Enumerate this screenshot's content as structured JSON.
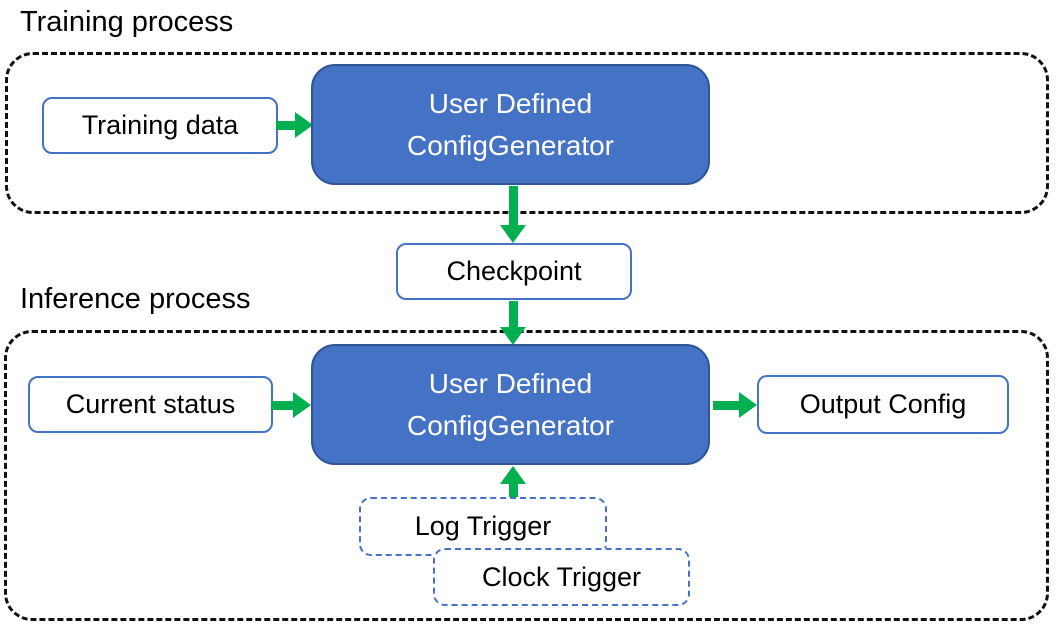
{
  "diagram": {
    "training": {
      "section_label": "Training process",
      "training_data_label": "Training data",
      "generator": {
        "line1": "User Defined",
        "line2": "ConfigGenerator"
      }
    },
    "checkpoint_label": "Checkpoint",
    "inference": {
      "section_label": "Inference process",
      "current_status_label": "Current status",
      "generator": {
        "line1": "User Defined",
        "line2": "ConfigGenerator"
      },
      "output_config_label": "Output Config",
      "log_trigger_label": "Log Trigger",
      "clock_trigger_label": "Clock Trigger"
    },
    "colors": {
      "node_fill_blue": "#4472C4",
      "node_border_dark": "#2F5597",
      "outline_blue": "#4472C4",
      "arrow_green": "#00B050",
      "container_dash": "#111111",
      "text_dark": "#000000",
      "text_light": "#FFFFFF",
      "canvas_bg": "#FFFFFF"
    }
  }
}
